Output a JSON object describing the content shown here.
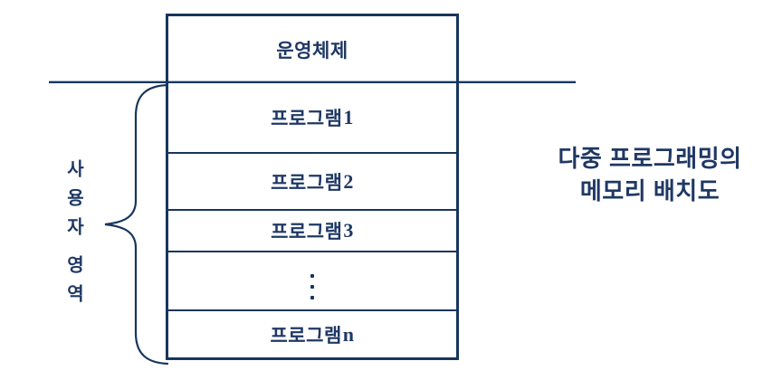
{
  "diagram": {
    "caption": {
      "line1": "다중 프로그래밍의",
      "line2": "메모리 배치도"
    },
    "memory_box": {
      "rows": [
        {
          "label": "운영체제",
          "suffix": ""
        },
        {
          "label": "프로그램",
          "suffix": "1"
        },
        {
          "label": "프로그램",
          "suffix": "2"
        },
        {
          "label": "프로그램",
          "suffix": "3"
        },
        {
          "label": "",
          "suffix": "",
          "icon": "vertical-ellipsis"
        },
        {
          "label": "프로그램",
          "suffix": "n"
        }
      ]
    },
    "brace_label": {
      "word1": "사용자",
      "word2": "영역"
    },
    "colors": {
      "line_dark": "#17365D",
      "line_highlight": "#A4B6CE",
      "text": "#1F3864",
      "background": "#FFFFFF"
    }
  }
}
